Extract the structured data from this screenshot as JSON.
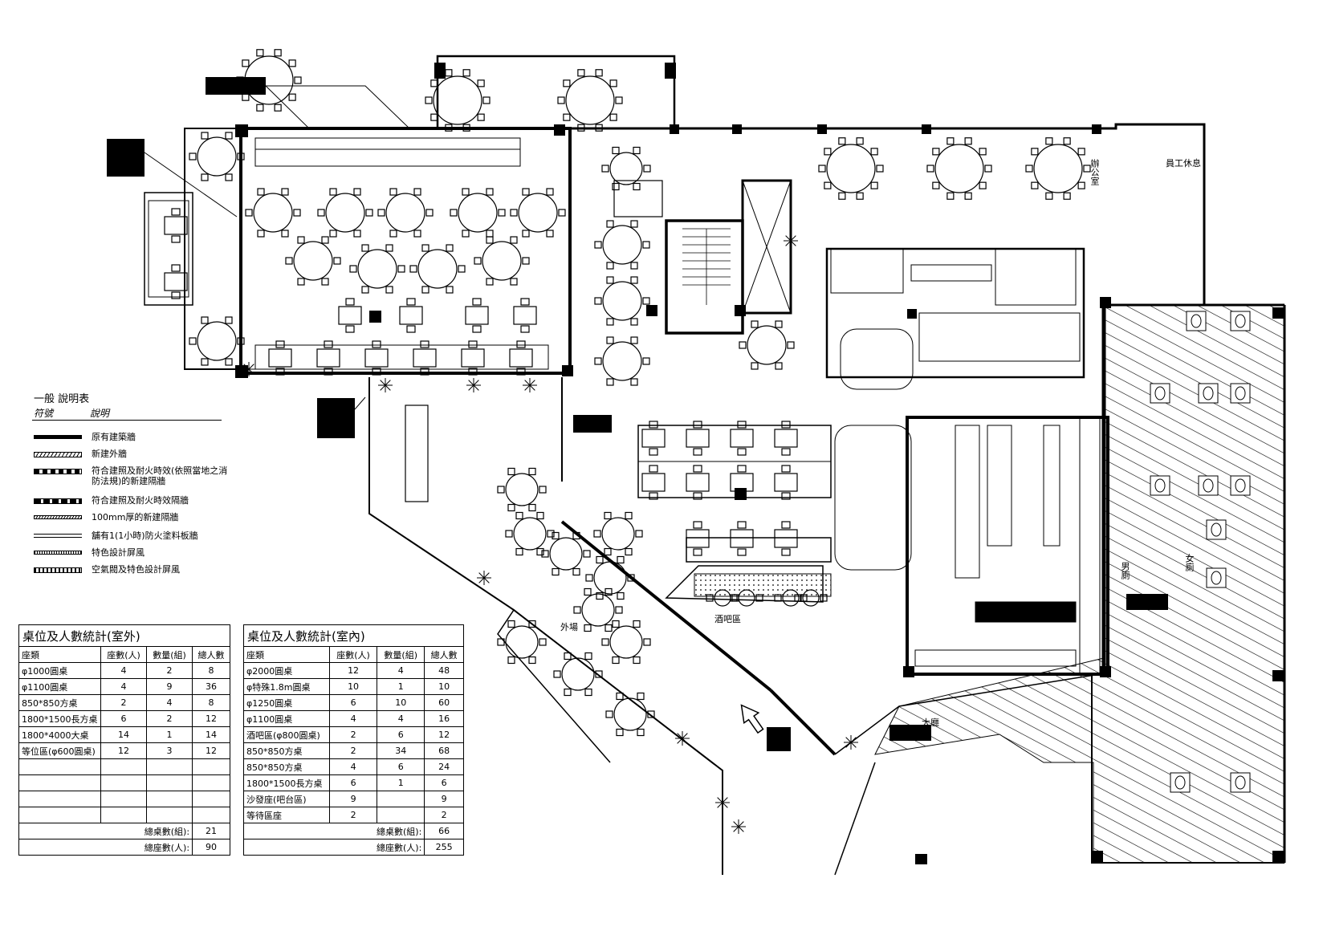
{
  "legend": {
    "title": "一般 說明表",
    "col_symbol": "符號",
    "col_desc": "說明",
    "items": [
      {
        "label": "原有建築牆",
        "style": "solid"
      },
      {
        "label": "新建外牆",
        "style": "hatch"
      },
      {
        "label": "符合建照及耐火時效(依照當地之消防法規)的新建隔牆",
        "style": "dash-thick"
      },
      {
        "label": "符合建照及耐火時效隔牆",
        "style": "dash-heavy"
      },
      {
        "label": "100mm厚的新建隔牆",
        "style": "thin-hatch"
      },
      {
        "label": "舖有1(1小時)防火塗料板牆",
        "style": "double"
      },
      {
        "label": "特色設計屏風",
        "style": "screen"
      },
      {
        "label": "空氣閥及特色設計屏風",
        "style": "screen2"
      }
    ]
  },
  "outdoor_table": {
    "title": "桌位及人數統計(室外)",
    "headers": [
      "座類",
      "座數(人)",
      "數量(組)",
      "總人數"
    ],
    "rows": [
      [
        "φ1000圓桌",
        "4",
        "2",
        "8"
      ],
      [
        "φ1100圓桌",
        "4",
        "9",
        "36"
      ],
      [
        "850*850方桌",
        "2",
        "4",
        "8"
      ],
      [
        "1800*1500長方桌",
        "6",
        "2",
        "12"
      ],
      [
        "1800*4000大桌",
        "14",
        "1",
        "14"
      ],
      [
        "等位區(φ600圓桌)",
        "12",
        "3",
        "12"
      ],
      [
        "",
        "",
        "",
        ""
      ],
      [
        "",
        "",
        "",
        ""
      ],
      [
        "",
        "",
        "",
        ""
      ],
      [
        "",
        "",
        "",
        ""
      ]
    ],
    "total_tables_label": "總桌數(組):",
    "total_tables": "21",
    "total_seats_label": "總座數(人):",
    "total_seats": "90"
  },
  "indoor_table": {
    "title": "桌位及人數統計(室內)",
    "headers": [
      "座類",
      "座數(人)",
      "數量(組)",
      "總人數"
    ],
    "rows": [
      [
        "φ2000圓桌",
        "12",
        "4",
        "48"
      ],
      [
        "φ特殊1.8m圓桌",
        "10",
        "1",
        "10"
      ],
      [
        "φ1250圓桌",
        "6",
        "10",
        "60"
      ],
      [
        "φ1100圓桌",
        "4",
        "4",
        "16"
      ],
      [
        "酒吧區(φ800圓桌)",
        "2",
        "6",
        "12"
      ],
      [
        "850*850方桌",
        "2",
        "34",
        "68"
      ],
      [
        "850*850方桌",
        "4",
        "6",
        "24"
      ],
      [
        "1800*1500長方桌",
        "6",
        "1",
        "6"
      ],
      [
        "沙發座(吧台區)",
        "9",
        "",
        "9"
      ],
      [
        "等待區座",
        "2",
        "",
        "2"
      ]
    ],
    "total_tables_label": "總桌數(組):",
    "total_tables": "66",
    "total_seats_label": "總座數(人):",
    "total_seats": "255"
  },
  "room_labels": {
    "bar_area": "酒吧區",
    "outdoor": "外場",
    "men_wc": "男廁",
    "women_wc": "女廁",
    "office": "辦公室",
    "staff_room": "員工休息",
    "hall": "大廳"
  }
}
